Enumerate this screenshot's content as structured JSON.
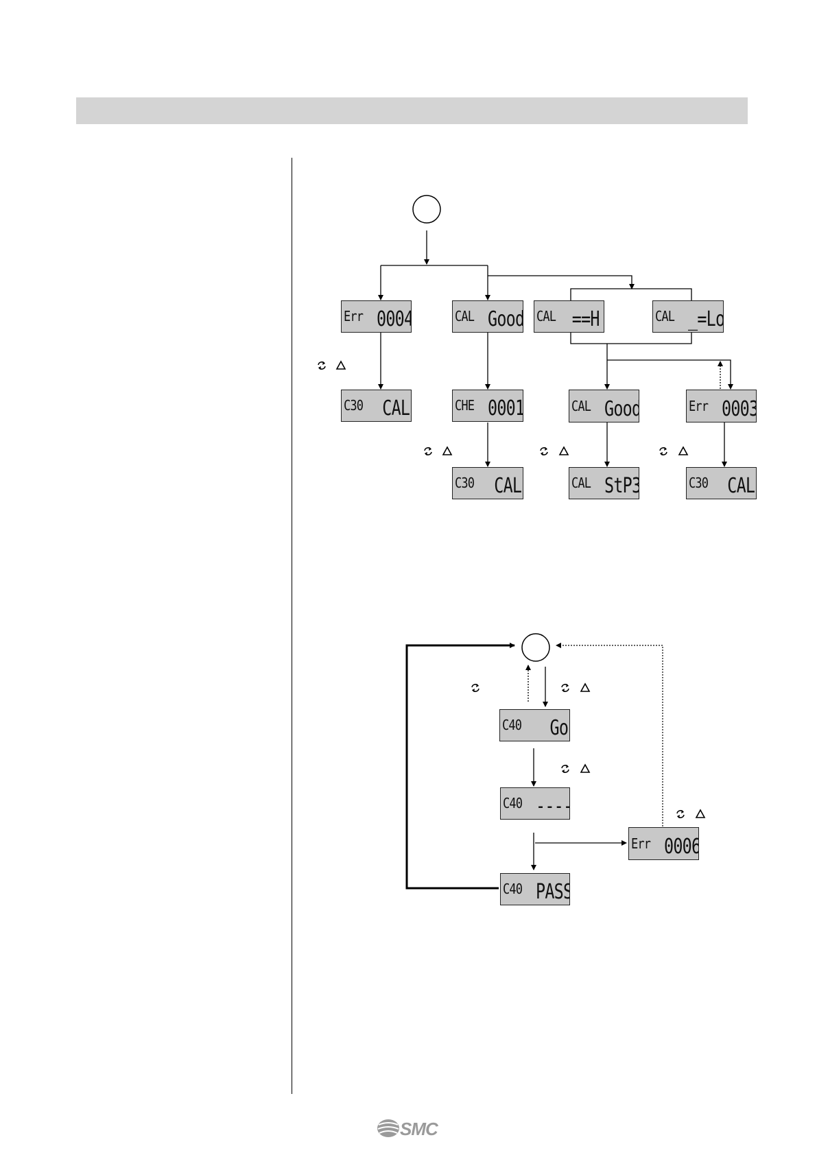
{
  "brand": {
    "logo_text": "SMC"
  },
  "flow1": {
    "displays": [
      {
        "id": "err0004",
        "left": "Err",
        "right": "0004"
      },
      {
        "id": "calgood1",
        "left": "CAL",
        "right": "Good"
      },
      {
        "id": "calhi",
        "left": "CAL",
        "right": "==H I"
      },
      {
        "id": "callo",
        "left": "CAL",
        "right": "_=Lo"
      },
      {
        "id": "c30cal1",
        "left": "C30",
        "right": "CAL"
      },
      {
        "id": "che0001",
        "left": "CHE",
        "right": "0001"
      },
      {
        "id": "calgood2",
        "left": "CAL",
        "right": "Good"
      },
      {
        "id": "err0003",
        "left": "Err",
        "right": "0003"
      },
      {
        "id": "c30cal2",
        "left": "C30",
        "right": "CAL"
      },
      {
        "id": "calstp3",
        "left": "CAL",
        "right": "StP3"
      },
      {
        "id": "c30cal3",
        "left": "C30",
        "right": "CAL"
      }
    ]
  },
  "flow2": {
    "displays": [
      {
        "id": "c40go",
        "left": "C40",
        "right": "Go"
      },
      {
        "id": "c40dash",
        "left": "C40",
        "right": "----"
      },
      {
        "id": "c40pass",
        "left": "C40",
        "right": "PASS"
      },
      {
        "id": "err0006",
        "left": "Err",
        "right": "0006"
      }
    ]
  },
  "icons": {
    "cycle": "cycle-icon",
    "up": "up-triangle-icon"
  }
}
